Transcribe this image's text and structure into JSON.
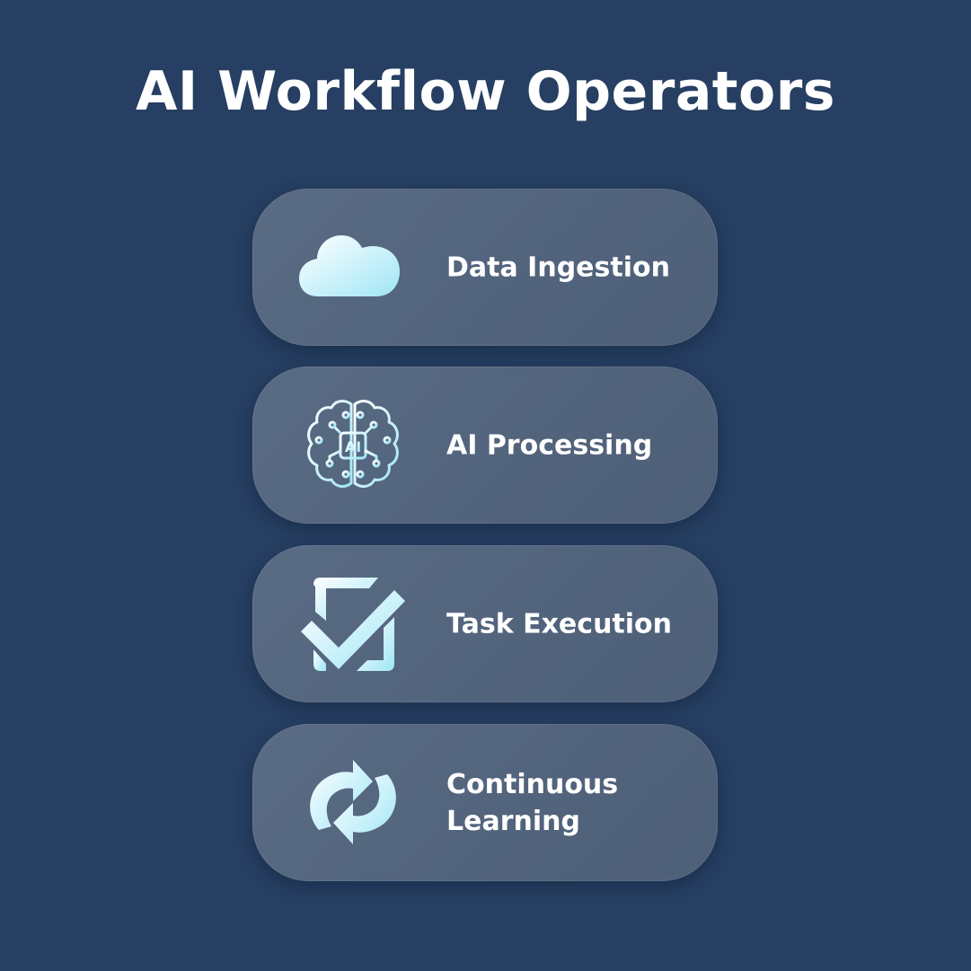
{
  "title": "AI Workflow Operators",
  "colors": {
    "background": "#263f62",
    "card": "#55667f",
    "icon_gradient_start": "#ffffff",
    "icon_gradient_end": "#a8e9f7",
    "text": "#ffffff"
  },
  "steps": [
    {
      "label": "Data Ingestion",
      "icon": "cloud-icon"
    },
    {
      "label": "AI Processing",
      "icon": "ai-brain-icon"
    },
    {
      "label": "Task Execution",
      "icon": "checkbox-check-icon"
    },
    {
      "label": "Continuous\nLearning",
      "icon": "refresh-cycle-icon"
    }
  ]
}
